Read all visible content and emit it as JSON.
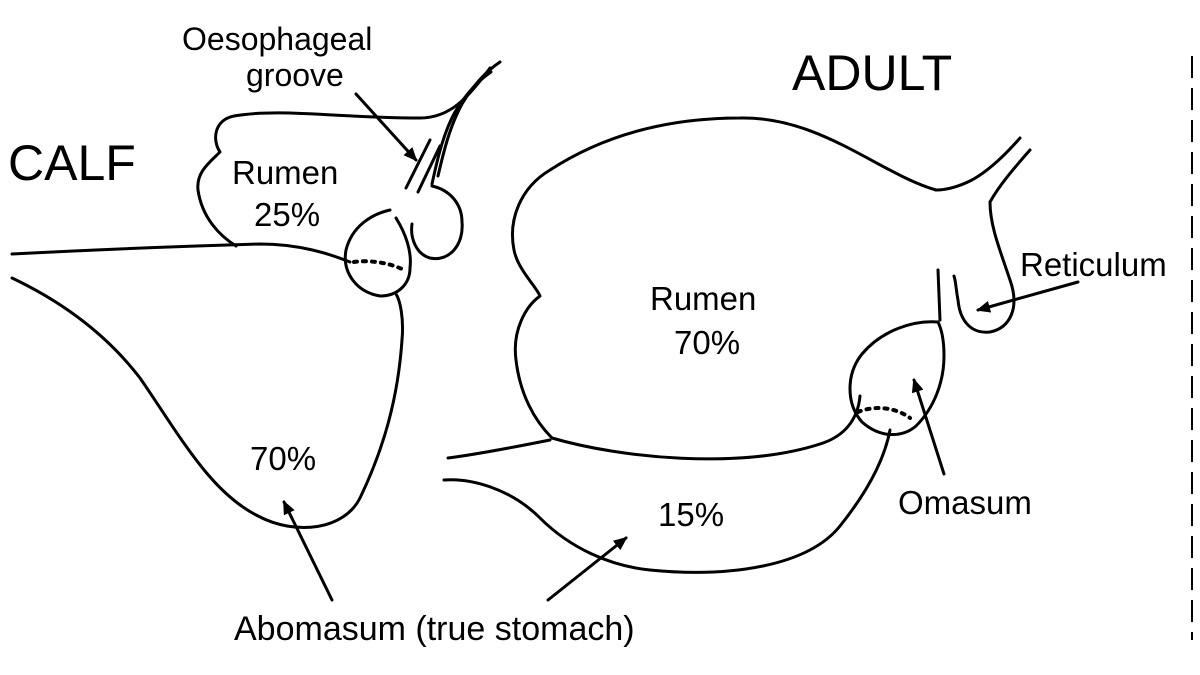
{
  "calf": {
    "heading": "CALF",
    "rumen_name": "Rumen",
    "rumen_pct": "25%",
    "abomasum_pct": "70%",
    "groove_line1": "Oesophageal",
    "groove_line2": "groove"
  },
  "adult": {
    "heading": "ADULT",
    "rumen_name": "Rumen",
    "rumen_pct": "70%",
    "abomasum_pct": "15%",
    "reticulum": "Reticulum",
    "omasum": "Omasum"
  },
  "shared": {
    "abomasum_label": "Abomasum (true stomach)"
  },
  "colors": {
    "ink": "#000000",
    "background": "#ffffff"
  }
}
